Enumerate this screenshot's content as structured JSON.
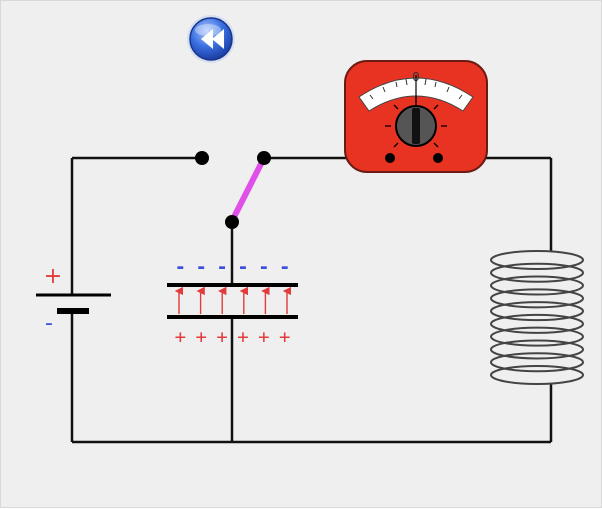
{
  "controls": {
    "rewind_icon": "rewind-double-chevron-icon",
    "rewind_color": "#2f63d8"
  },
  "meter": {
    "scale_label": "0",
    "body_color": "#e83222",
    "needle_position": 0.5
  },
  "battery": {
    "positive_label": "+",
    "negative_label": "-",
    "positive_color": "#e23b3b",
    "negative_color": "#3a4fd9"
  },
  "capacitor": {
    "top_charge_label": "- - - - - -",
    "bottom_charge_label": "+ + + + + +",
    "top_charge_color": "#3a4fd9",
    "bottom_charge_color": "#e23b3b",
    "field_color": "#e23b3b",
    "field_arrow_count": 6
  },
  "switch": {
    "lever_color": "#e050e8",
    "lever_position": "capacitor"
  },
  "inductor": {
    "turns": 10,
    "coil_color": "#444444"
  },
  "wire_color": "#111111"
}
